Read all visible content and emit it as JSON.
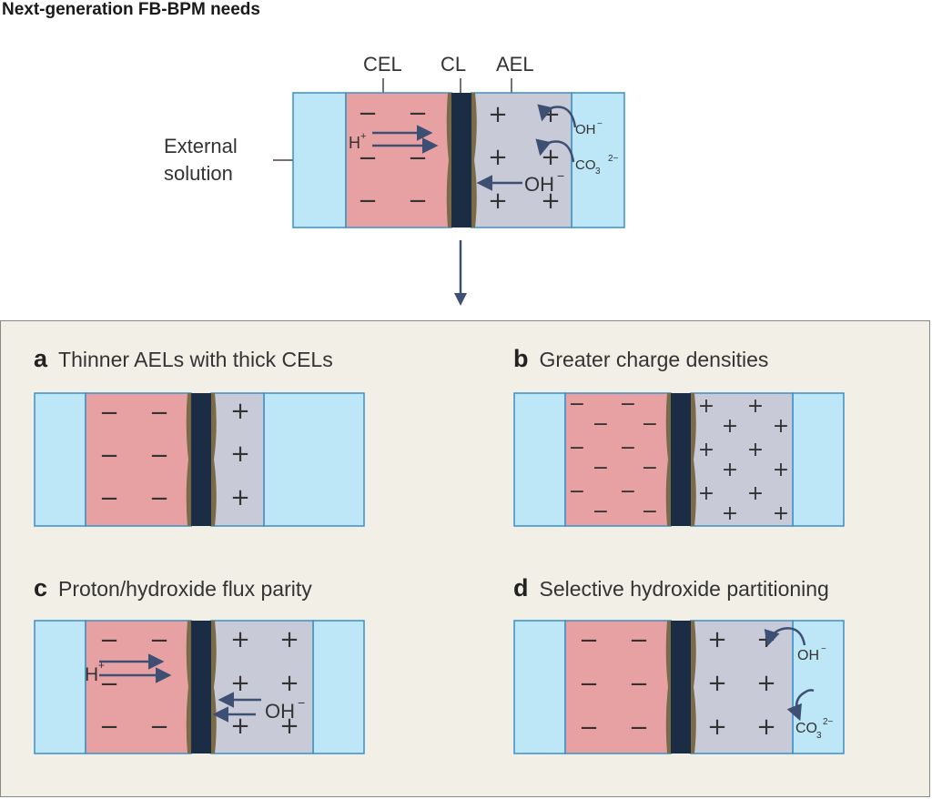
{
  "title": "Next-generation FB-BPM needs",
  "top": {
    "labels": {
      "cel": "CEL",
      "cl": "CL",
      "ael": "AEL"
    },
    "external_solution": [
      "External",
      "solution"
    ],
    "ions": {
      "h_plus": "H",
      "h_sup": "+",
      "oh_minus": "OH",
      "oh_sup": "−",
      "oh_small": "OH",
      "co3": "CO",
      "co3_sub": "3",
      "co3_sup": "2−"
    }
  },
  "panels": [
    {
      "letter": "a",
      "label": "Thinner AELs with thick CELs"
    },
    {
      "letter": "b",
      "label": "Greater charge densities"
    },
    {
      "letter": "c",
      "label": "Proton/hydroxide flux parity",
      "ions": {
        "h_plus": "H",
        "h_sup": "+",
        "oh_minus": "OH",
        "oh_sup": "−"
      }
    },
    {
      "letter": "d",
      "label": "Selective hydroxide partitioning",
      "ions": {
        "oh_small": "OH",
        "oh_sup": "−",
        "co3": "CO",
        "co3_sub": "3",
        "co3_sup": "2−"
      }
    }
  ],
  "colors": {
    "solution": "#bde6f7",
    "solution_border": "#3a8fc7",
    "cel": "#e8a1a3",
    "ael": "#c8cad7",
    "cl": "#1b2d45",
    "cl_edge": "#7a6a48",
    "arrow": "#3d4f72"
  }
}
